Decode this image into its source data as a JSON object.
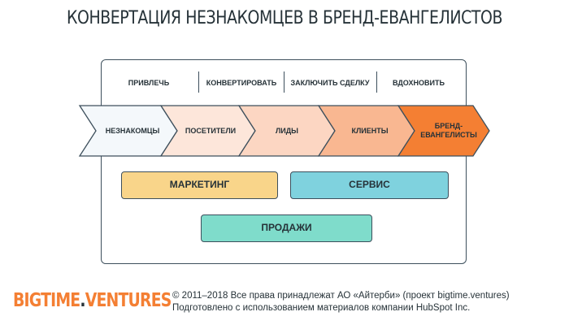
{
  "title": "КОНВЕРТАЦИЯ НЕЗНАКОМЦЕВ В БРЕНД-ЕВАНГЕЛИСТОВ",
  "stages": [
    "ПРИВЛЕЧЬ",
    "КОНВЕРТИРОВАТЬ",
    "ЗАКЛЮЧИТЬ СДЕЛКУ",
    "ВДОХНОВИТЬ"
  ],
  "funnel": [
    {
      "label": "НЕЗНАКОМЦЫ",
      "color": "#f4f8fb"
    },
    {
      "label": "ПОСЕТИТЕЛИ",
      "color": "#fde6da"
    },
    {
      "label": "ЛИДЫ",
      "color": "#fcd6c2"
    },
    {
      "label": "КЛИЕНТЫ",
      "color": "#f9b791"
    },
    {
      "label_lines": [
        "БРЕНД-",
        "ЕВАНГЕЛИСТЫ"
      ],
      "color": "#f47f33"
    }
  ],
  "teams": {
    "marketing": {
      "label": "МАРКЕТИНГ",
      "color": "#f9d58a"
    },
    "service": {
      "label": "СЕРВИС",
      "color": "#7fd2de"
    },
    "sales": {
      "label": "ПРОДАЖИ",
      "color": "#7fdccb"
    }
  },
  "footer": {
    "brand_part1": "BIGTIME",
    "brand_dot": ".",
    "brand_part2": "VENTURES",
    "copyright": "© 2011–2018 Все права принадлежат АО «Айтерби» (проект bigtime.ventures)",
    "credit": "Подготовлено с использованием материалов компании HubSpot Inc."
  },
  "colors": {
    "outline": "#3d4f5c",
    "text": "#263238",
    "accent": "#f47f33"
  }
}
